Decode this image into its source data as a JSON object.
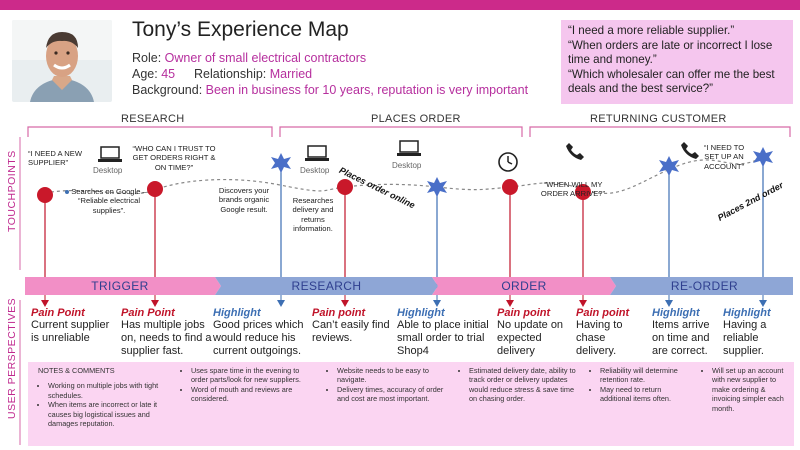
{
  "header": {
    "title": "Tony’s Experience Map",
    "role_label": "Role:",
    "role_value": "Owner of small electrical contractors",
    "age_label": "Age:",
    "age_value": "45",
    "relationship_label": "Relationship:",
    "relationship_value": "Married",
    "background_label": "Background:",
    "background_value": "Been in business for 10 years, reputation is very important"
  },
  "quotes": [
    "“I need a more reliable supplier.”",
    "“When orders are late or incorrect I lose time and money.”",
    "“Which wholesaler can offer me the best deals and the best service?”"
  ],
  "phases": [
    "RESEARCH",
    "PLACES ORDER",
    "RETURNING CUSTOMER"
  ],
  "side_labels": {
    "touchpoints": "TOUCHPOINTS",
    "perspectives": "USER PERSPECTIVES"
  },
  "touchpoint_notes": {
    "need_supplier": "“I NEED A NEW SUPPLIER”",
    "who_trust": "“WHO CAN I TRUST TO GET ORDERS RIGHT & ON TIME?”",
    "google": "Searches on Google – “Reliable electrical supplies”.",
    "discovers": "Discovers your brands organic Google result.",
    "researches": "Researches delivery and returns information.",
    "when_arrive": "“WHEN WILL MY ORDER ARRIVE?”",
    "set_up": "“I NEED TO SET UP AN ACCOUNT”",
    "desktop": "Desktop",
    "places_online": "Places order online",
    "places_2nd": "Places 2nd order"
  },
  "stages": [
    "TRIGGER",
    "RESEARCH",
    "ORDER",
    "RE-ORDER"
  ],
  "perspectives": [
    {
      "type": "Pain Point",
      "text": "Current supplier is unreliable"
    },
    {
      "type": "Pain Point",
      "text": "Has multiple jobs on, needs to find a supplier fast."
    },
    {
      "type": "Highlight",
      "text": "Good prices which would reduce his current outgoings."
    },
    {
      "type": "Pain point",
      "text": "Can’t easily find reviews."
    },
    {
      "type": "Highlight",
      "text": "Able to place initial small order to trial Shop4"
    },
    {
      "type": "Pain point",
      "text": "No update on expected delivery"
    },
    {
      "type": "Pain point",
      "text": "Having to chase delivery."
    },
    {
      "type": "Highlight",
      "text": "Items arrive on time and are correct."
    },
    {
      "type": "Highlight",
      "text": "Having a reliable supplier."
    }
  ],
  "notes": {
    "header": "NOTES & COMMENTS",
    "columns": [
      [
        "Working on multiple jobs with tight schedules.",
        "When items are incorrect or late it causes big logistical issues and damages reputation."
      ],
      [
        "Uses spare time in the evening to order parts/look for new suppliers.",
        "Word of mouth and reviews are considered."
      ],
      [
        "Website needs to be easy to navigate.",
        "Delivery times, accuracy of order and cost are most important."
      ],
      [
        "Estimated delivery date, ability to track order or delivery updates would reduce stress & save time on chasing order."
      ],
      [
        "Reliability will determine retention rate.",
        "May need to return additional items often."
      ],
      [
        "Will set up an account with new supplier to make ordering & invoicing simpler each month."
      ]
    ]
  },
  "colors": {
    "accent": "#cc2a8a",
    "pink_band": "#f28fc6",
    "blue_band": "#8ea6d6",
    "pain": "#c0142a",
    "highlight": "#3d6fb3"
  }
}
